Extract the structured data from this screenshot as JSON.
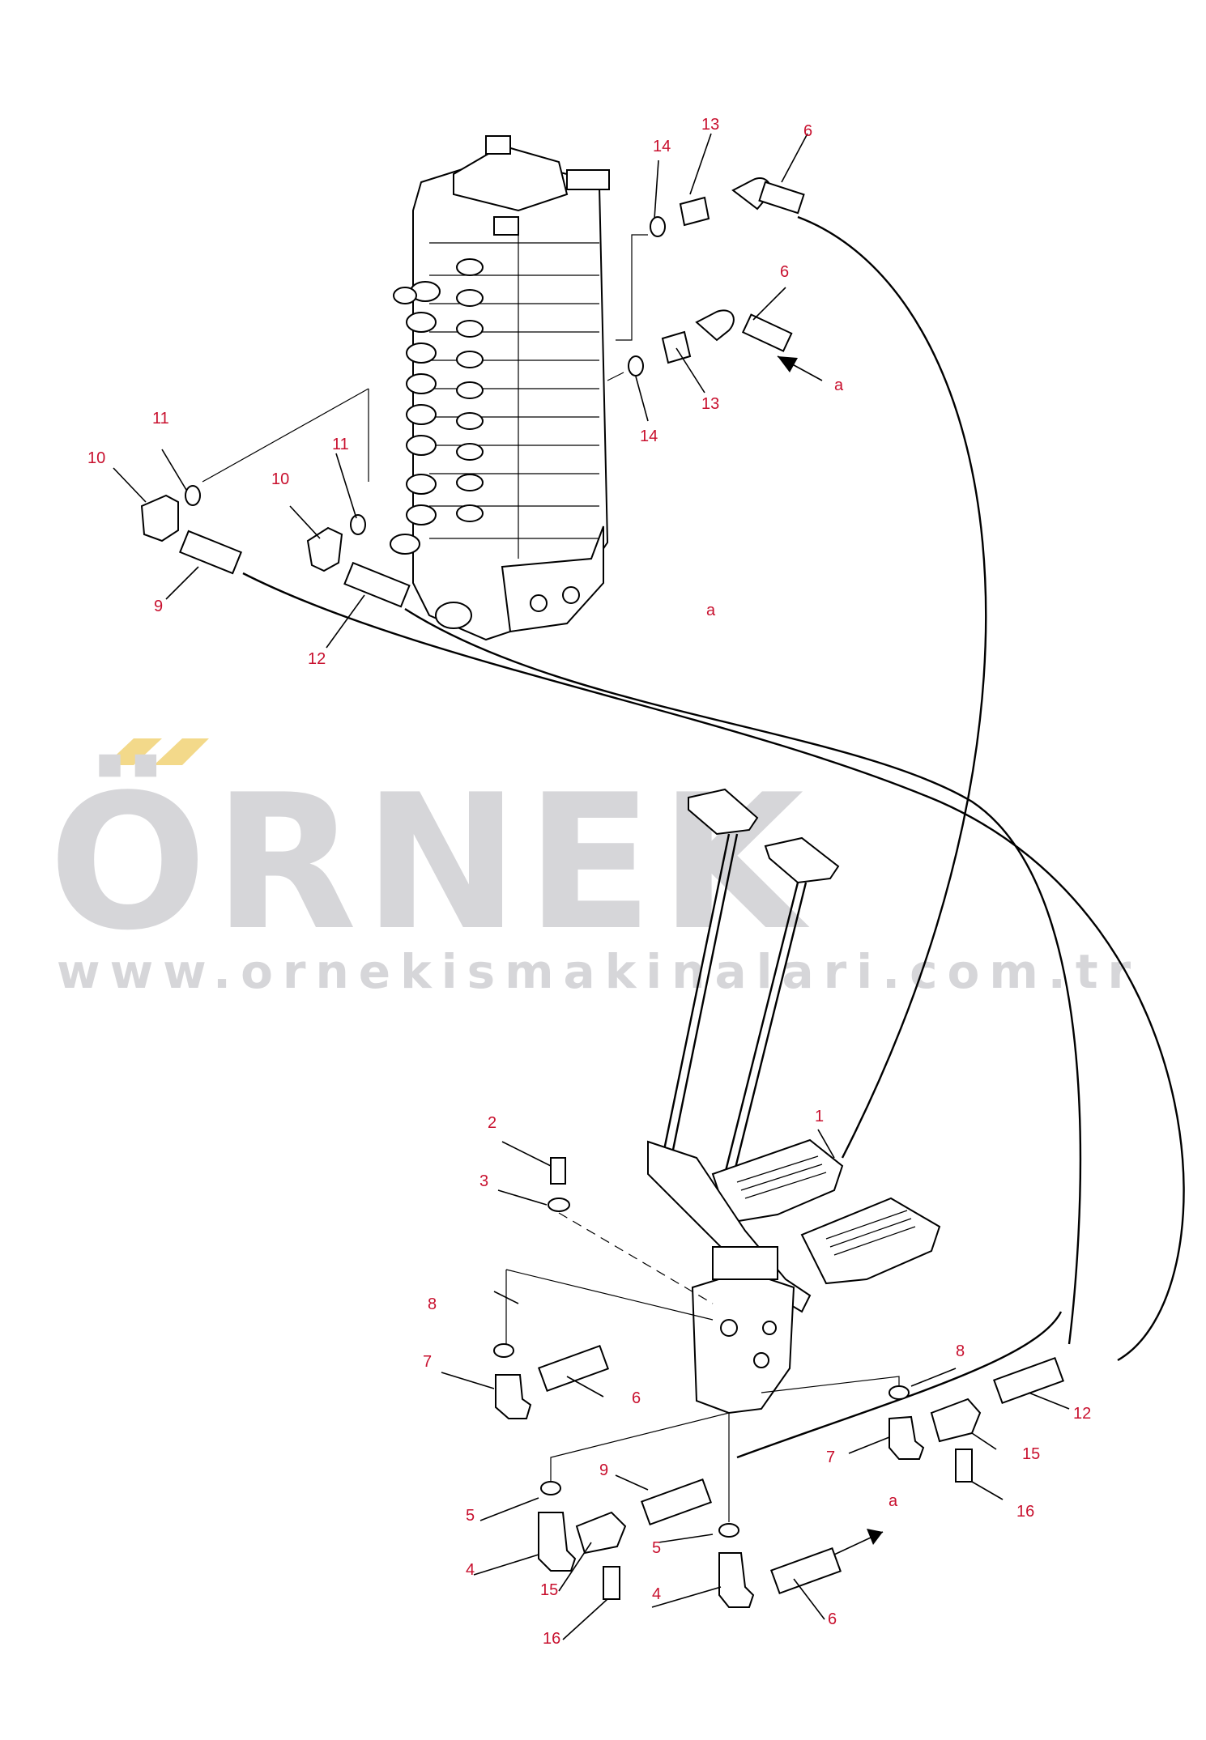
{
  "watermark": {
    "logo_text": "ÖRNEK",
    "url_text": "www.ornekismakinalari.com.tr",
    "logo_color": "#d6d6d9",
    "accent_color": "#f3d98a"
  },
  "callout_color": "#c8102e",
  "callouts": {
    "c1": "1",
    "c2": "2",
    "c3": "3",
    "c4a": "4",
    "c4b": "4",
    "c5a": "5",
    "c5b": "5",
    "c6a": "6",
    "c6b": "6",
    "c6c": "6",
    "c6d": "6",
    "c7a": "7",
    "c7b": "7",
    "c8a": "8",
    "c8b": "8",
    "c9a": "9",
    "c9b": "9",
    "c10a": "10",
    "c10b": "10",
    "c11a": "11",
    "c11b": "11",
    "c12a": "12",
    "c12b": "12",
    "c13a": "13",
    "c13b": "13",
    "c14a": "14",
    "c14b": "14",
    "c15a": "15",
    "c15b": "15",
    "c16a": "16",
    "c16b": "16",
    "ref_a1": "a",
    "ref_a2": "a",
    "ref_a3": "a"
  }
}
